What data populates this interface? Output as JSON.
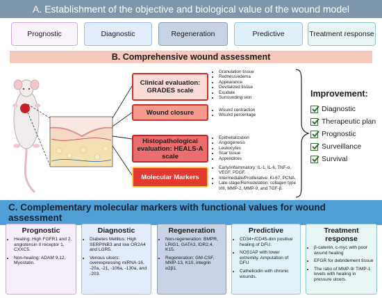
{
  "section_a": {
    "title": "A. Establishment of the objective and biological value of the wound model",
    "boxes": [
      "Prognostic",
      "Diagnostic",
      "Regeneration",
      "Predictive",
      "Treatment response"
    ]
  },
  "section_b": {
    "title": "B. Comprehensive wound assessment",
    "evaluations": [
      {
        "label": "Clinical evaluation: GRADES scale",
        "bullets": [
          "Granulation tissue",
          "Redness/edema",
          "Appearance",
          "Devitalized tissue",
          "Exudate",
          "Surrounding skin"
        ]
      },
      {
        "label": "Wound closure",
        "bullets": [
          "Wound contraction",
          "Wound percentage"
        ]
      },
      {
        "label": "Histopathological evaluation: HEALS-A scale",
        "bullets": [
          "Epithelialization",
          "Angiogenesis",
          "Leukocytes",
          "Scar tissue",
          "Appendices"
        ]
      },
      {
        "label": "Molecular Markers",
        "bullets": [
          "Early/inflammatory: IL-1, IL-6, TNF-α, VEGF, PDGF.",
          "Intermediate/Proliferative: Ki-67, PCNA.",
          "Late-stage/Remodelation: collagen type I/III, MMP-2, MMP-9, and TGF-β."
        ]
      }
    ],
    "improvement": {
      "title": "Improvement:",
      "items": [
        "Diagnostic",
        "Therapeutic plan",
        "Prognostic",
        "Surveillance",
        "Survival"
      ]
    }
  },
  "section_c": {
    "title": "C. Complementary molecular markers with functional values for wound assessment",
    "cards": [
      {
        "title": "Prognostic",
        "bullets": [
          "Healing: High FGFR1 and 2, angiotensin II receptor 1, CXXC5.",
          "Non-healing: ADAM 9,12, Myostatin."
        ]
      },
      {
        "title": "Diagnostic",
        "bullets": [
          "Diabetes Mellitus: High SERPINB3 and low OR2A4 and LGR5.",
          "Venous ulcers: overexpressing miRNA-16, -20a, -21, -106a, -130a, and -203."
        ]
      },
      {
        "title": "Regeneration",
        "bullets": [
          "Non-regeneration: BMPR, LRIG1, GATA3, IDR2,4, K15.",
          "Regeneration: GM-CSF, MMP-13, K10, integrin α2β1."
        ]
      },
      {
        "title": "Predictive",
        "bullets": [
          "CD34+/CD45-dim positive healing of DFU.",
          "NOS1AP with lower extremity. Amputation of DFU",
          "Cathelicidin with chronic wounds."
        ]
      },
      {
        "title": "Treatment response",
        "bullets": [
          "β-catenin, c-myc with poor wound healing",
          "EFGR for debridement tissue",
          "The ratio of MMP-9/ TIMP-1 levels with healing in pressure ulcers."
        ]
      }
    ]
  },
  "colors": {
    "banner_a": "#7f97ac",
    "banner_b": "#f6c9bc",
    "banner_c": "#4f9fd6",
    "check_green": "#2f6e2f"
  },
  "icons": [
    "rat-illustration",
    "skin-cross-section",
    "bracket-arrow",
    "checkbox-icon"
  ]
}
